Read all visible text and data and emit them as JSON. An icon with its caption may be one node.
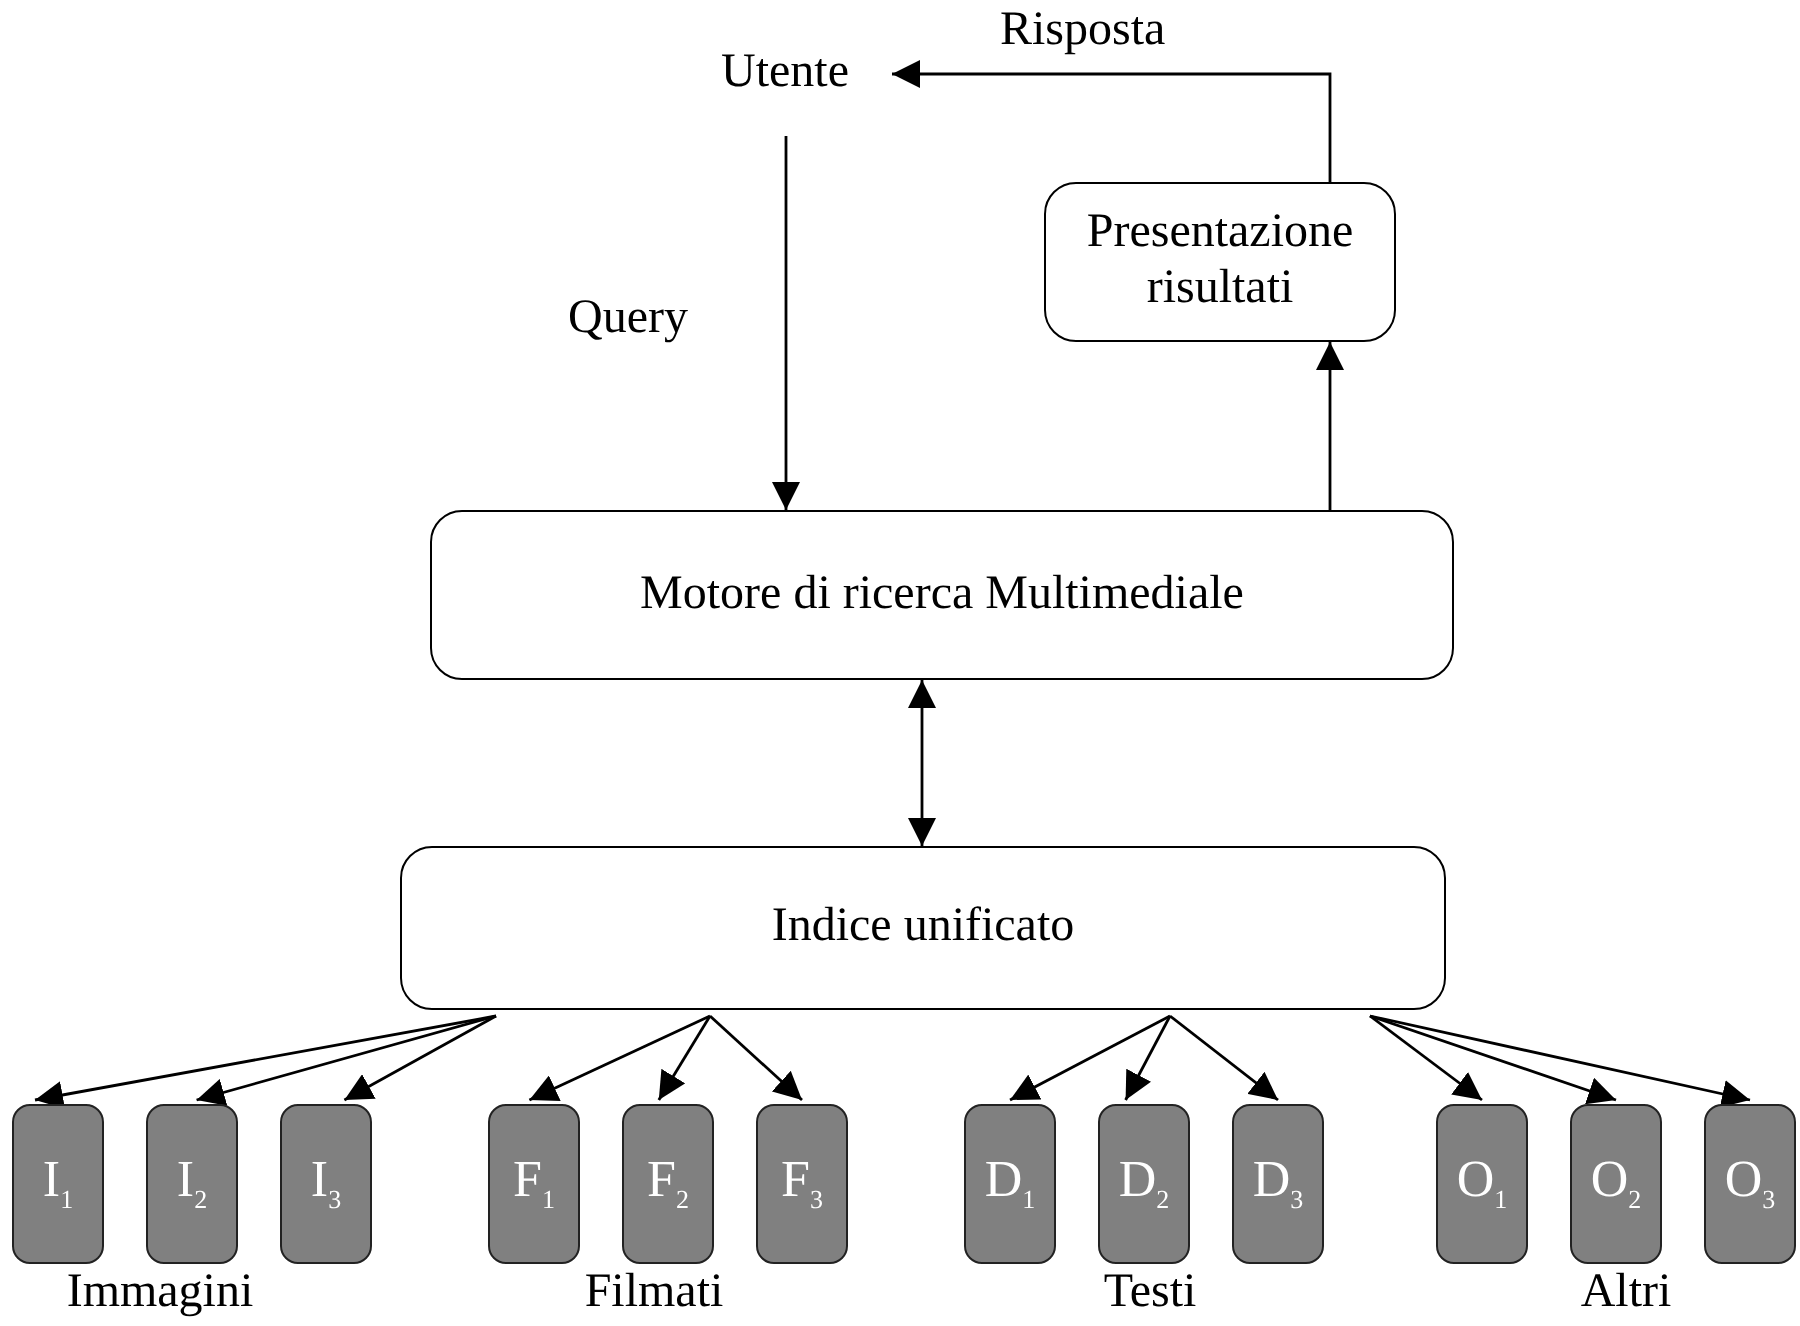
{
  "diagram": {
    "nodes": [
      {
        "text": [
          "Utente"
        ]
      },
      {
        "text": [
          "Presentazione risultati"
        ]
      },
      {
        "text": [
          "Motore di ricerca Multimediale"
        ]
      },
      {
        "text": [
          "Indice unificato"
        ]
      },
      {
        "text": [
          "I$_{1}$"
        ]
      },
      {
        "text": [
          "I$_{2}$"
        ]
      },
      {
        "text": [
          "I$_{3}$"
        ]
      },
      {
        "text": [
          "F$_{1}$"
        ]
      },
      {
        "text": [
          "F$_{2}$"
        ]
      },
      {
        "text": [
          "F$_{3}$"
        ]
      },
      {
        "text": [
          "D$_{1}$"
        ]
      },
      {
        "text": [
          "D$_{2}$"
        ]
      },
      {
        "text": [
          "D$_{3}$"
        ]
      },
      {
        "text": [
          "O$_{1}$"
        ]
      },
      {
        "text": [
          "O$_{2}$"
        ]
      },
      {
        "text": [
          "O$_{3}$"
        ]
      }
    ],
    "edges": [
      {
        "from": 0,
        "to": 2,
        "arrow": "to",
        "label": "Query"
      },
      {
        "from": 1,
        "to": 0,
        "arrow": "to",
        "label": "Risposta"
      },
      {
        "from": 2,
        "to": 1,
        "arrow": "to"
      },
      {
        "from": 2,
        "to": 3,
        "arrow": "both"
      },
      {
        "from": 3,
        "to": 4,
        "arrow": "to"
      },
      {
        "from": 3,
        "to": 5,
        "arrow": "to"
      },
      {
        "from": 3,
        "to": 6,
        "arrow": "to"
      },
      {
        "from": 3,
        "to": 7,
        "arrow": "to"
      },
      {
        "from": 3,
        "to": 8,
        "arrow": "to"
      },
      {
        "from": 3,
        "to": 9,
        "arrow": "to"
      },
      {
        "from": 3,
        "to": 10,
        "arrow": "to"
      },
      {
        "from": 3,
        "to": 11,
        "arrow": "to"
      },
      {
        "from": 3,
        "to": 12,
        "arrow": "to"
      },
      {
        "from": 3,
        "to": 13,
        "arrow": "to"
      },
      {
        "from": 3,
        "to": 14,
        "arrow": "to"
      },
      {
        "from": 3,
        "to": 15,
        "arrow": "to"
      }
    ],
    "labels": [
      "Immagini",
      "Filmati",
      "Testi",
      "Altri"
    ]
  }
}
